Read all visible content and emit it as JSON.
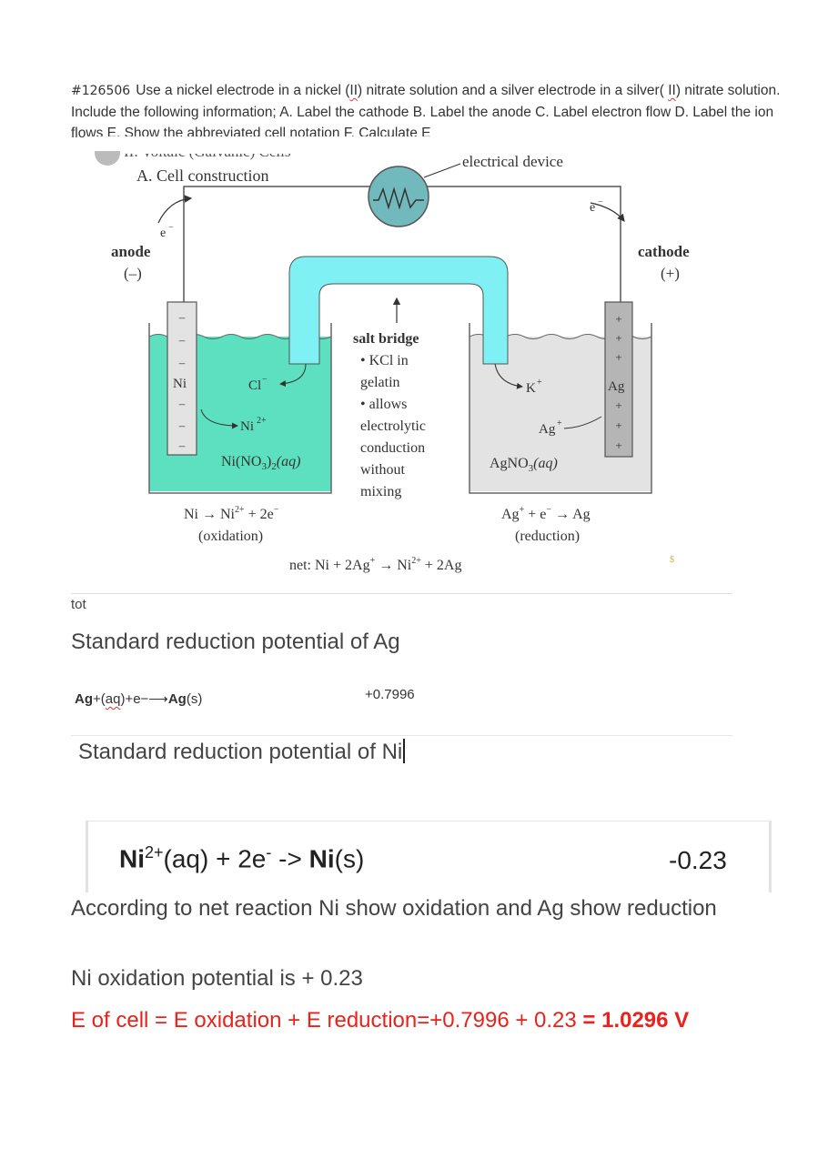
{
  "question": {
    "id": "#126506",
    "text_1": "Use a nickel electrode in a nickel (",
    "roman_1": "II",
    "text_2": ") nitrate solution and a silver electrode in a silver( ",
    "roman_2": "II",
    "text_3": ") nitrate solution. Include the following information; A. Label the cathode B. Label the anode C. Label electron flow D. Label the ion flows E. Show the abbreviated cell notation F. Calculate E"
  },
  "figure": {
    "header_partial": "II. Voltaic (Galvanic) Cells",
    "section_title": "A. Cell construction",
    "device_label": "electrical device",
    "electron_left": "e",
    "electron_right": "e",
    "anode_label": "anode",
    "anode_sign": "(–)",
    "cathode_label": "cathode",
    "cathode_sign": "(+)",
    "ni_electrode": "Ni",
    "ag_electrode": "Ag",
    "cl_ion": "Cl",
    "ni_ion": "Ni",
    "k_ion": "K",
    "ag_ion": "Ag",
    "left_solution": "Ni(NO",
    "right_solution": "AgNO",
    "salt_bridge_title": "salt bridge",
    "salt_bridge_lines": [
      "• KCl in",
      "gelatin",
      "• allows",
      "electrolytic",
      "conduction",
      "without",
      "mixing"
    ],
    "left_half": "Ni → Ni",
    "left_half_type": "(oxidation)",
    "right_half": "Ag",
    "right_half_type": "(reduction)",
    "net": "net: Ni + 2Ag",
    "stray_mark": "$",
    "colors": {
      "left_solution": "#5ce0bf",
      "right_solution": "#e3e3e3",
      "bridge": "#7ff0f4",
      "device": "#72b9bd"
    }
  },
  "answer": {
    "tot": "tot",
    "heading_ag": "Standard reduction potential of Ag",
    "ag_eq_prefix": "Ag",
    "ag_eq_plus": "+(",
    "ag_eq_state": "aq",
    "ag_eq_rest": ")+e−⟶",
    "ag_eq_product": "Ag",
    "ag_eq_end": "(s)",
    "ag_value": "+0.7996",
    "heading_ni": "Standard reduction potential of Ni",
    "ni_eq_ion": "Ni",
    "ni_eq_charge": "2+",
    "ni_eq_mid": "(aq) + 2e",
    "ni_eq_minus": "-",
    "ni_eq_arrow": " -> ",
    "ni_eq_product": "Ni",
    "ni_eq_end": "(s)",
    "ni_value": "-0.23",
    "net_statement": "According to net reaction Ni show oxidation and Ag show reduction",
    "ni_oxidation": "Ni oxidation potential is + 0.23",
    "ecell_text": "E of cell = E oxidation + E reduction=+0.7996 + 0.23 ",
    "ecell_result": "= 1.0296 V"
  }
}
